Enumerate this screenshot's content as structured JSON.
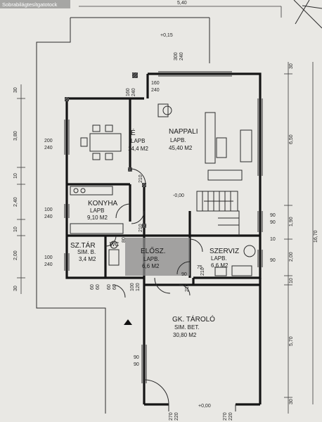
{
  "watermark": "Sobrabilágtesítgatotock",
  "rooms": {
    "nappali": {
      "name": "NAPPALI",
      "floor": "LAPB.",
      "area": "45,40 M2"
    },
    "etkezo": {
      "name": "É",
      "floor": "LAPB",
      "area": "14,4 M2"
    },
    "konyha": {
      "name": "KONYHA",
      "floor": "LAPB",
      "area": "9,10 M2"
    },
    "szertar": {
      "name": "SZ.TÁR",
      "floor": "SIM. B.",
      "area": "3,4 M2"
    },
    "wc": {
      "name": "WC"
    },
    "eloszoba": {
      "name": "ELŐSZ.",
      "floor": "LAPB.",
      "area": "6,6 M2"
    },
    "szerviz": {
      "name": "SZERVIZ",
      "floor": "LAPB.",
      "area": "6,6 M2"
    },
    "garazs": {
      "name": "GK. TÁROLÓ",
      "floor": "SIM. BET.",
      "area": "30,80 M2"
    }
  },
  "levels": {
    "top": "+0,15",
    "stair": "-0,00",
    "bottom": "+0,00"
  },
  "dims": {
    "top_span": "5,40",
    "right_a": "30",
    "right_b": "6,50",
    "right_c": "1,90",
    "right_d": "2,00",
    "right_e": "10",
    "right_f": "5,70",
    "right_g": "30",
    "far_right": "16,70",
    "left_a": "30",
    "left_b": "3,80",
    "left_c": "10",
    "left_d": "2,40",
    "left_e": "10",
    "left_f": "2,00",
    "left_g": "30",
    "pair_nap_1": "160",
    "pair_nap_2": "240",
    "pair_top_1": "300",
    "pair_top_2": "240",
    "pair_mid_1": "160",
    "pair_mid_2": "240",
    "win_e_1": "200",
    "win_e_2": "240",
    "win_k_1": "100",
    "win_k_2": "240",
    "win_s_1": "100",
    "win_s_2": "240",
    "door_210_a": "210",
    "door_210_b": "210",
    "door_80": "80",
    "door_60_a": "60",
    "door_60_b": "60",
    "door_60_c": "60",
    "door_60_d": "60",
    "door_100": "100",
    "door_120": "120",
    "door_210_c": "210",
    "door_90_a": "90",
    "stair_90_a": "90",
    "stair_90_b": "90",
    "stair_10": "10",
    "stair_90_c": "90",
    "gar_90_a": "90",
    "gar_90_b": "90",
    "bot_270_a": "270",
    "bot_220_a": "220",
    "bot_270_b": "270",
    "bot_220_b": "220",
    "sv_75": "75",
    "sv_210": "210"
  }
}
